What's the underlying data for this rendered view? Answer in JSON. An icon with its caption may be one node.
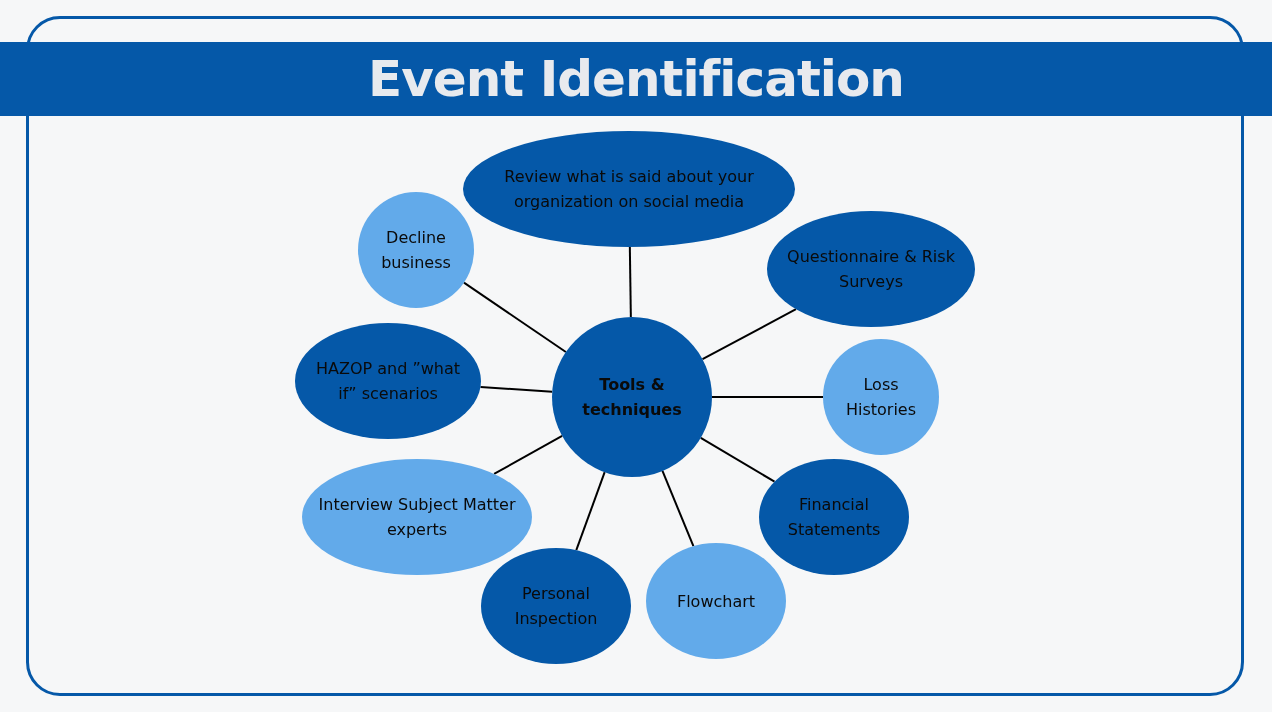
{
  "diagram": {
    "title": "Event Identification",
    "nodes": [
      {
        "text": [
          "Tools & techniques"
        ]
      },
      {
        "text": [
          "Review what is said about your organization on social media"
        ]
      },
      {
        "text": [
          "Decline business"
        ]
      },
      {
        "text": [
          "Questionnaire & Risk Surveys"
        ]
      },
      {
        "text": [
          "HAZOP and ”what if” scenarios"
        ]
      },
      {
        "text": [
          "Loss Histories"
        ]
      },
      {
        "text": [
          "Interview Subject Matter experts"
        ]
      },
      {
        "text": [
          "Financial Statements"
        ]
      },
      {
        "text": [
          "Personal Inspection"
        ]
      },
      {
        "text": [
          "Flowchart"
        ]
      }
    ],
    "edges": [
      {
        "from": 0,
        "to": 1,
        "arrow": "none"
      },
      {
        "from": 0,
        "to": 2,
        "arrow": "none"
      },
      {
        "from": 0,
        "to": 3,
        "arrow": "none"
      },
      {
        "from": 0,
        "to": 4,
        "arrow": "none"
      },
      {
        "from": 0,
        "to": 5,
        "arrow": "none"
      },
      {
        "from": 0,
        "to": 6,
        "arrow": "none"
      },
      {
        "from": 0,
        "to": 7,
        "arrow": "none"
      },
      {
        "from": 0,
        "to": 8,
        "arrow": "none"
      },
      {
        "from": 0,
        "to": 9,
        "arrow": "none"
      }
    ]
  }
}
